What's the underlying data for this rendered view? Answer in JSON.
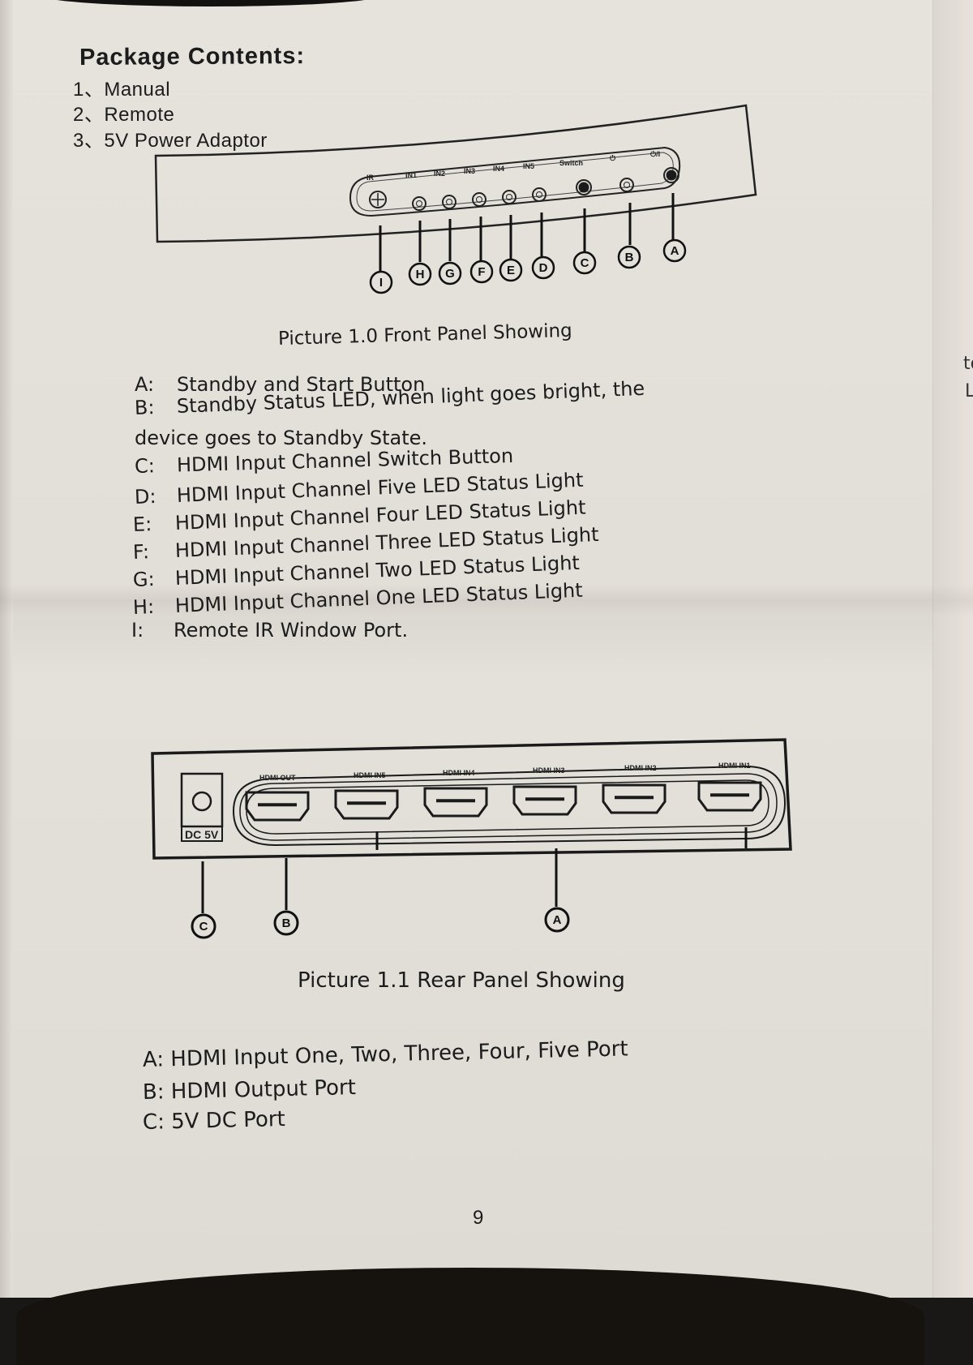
{
  "package_contents": {
    "title": "Package  Contents:",
    "items": [
      "1、Manual",
      "2、Remote",
      "3、5V Power Adaptor"
    ]
  },
  "front_panel": {
    "port_labels": [
      "IR",
      "IN1",
      "IN2",
      "IN3",
      "IN4",
      "IN5",
      "Switch",
      "⏻",
      "⏻/I"
    ],
    "callouts": [
      "I",
      "H",
      "G",
      "F",
      "E",
      "D",
      "C",
      "B",
      "A"
    ],
    "caption": "Picture 1.0  Front Panel Showing",
    "legend": [
      {
        "key": "A:",
        "text": "Standby and Start Button"
      },
      {
        "key": "B:",
        "text": "Standby Status LED, when light goes bright, the"
      },
      {
        "key": "",
        "text": "device goes to Standby State."
      },
      {
        "key": "C:",
        "text": "HDMI Input Channel Switch Button"
      },
      {
        "key": "D:",
        "text": "HDMI Input Channel Five LED Status Light"
      },
      {
        "key": "E:",
        "text": "HDMI Input Channel Four LED Status Light"
      },
      {
        "key": "F:",
        "text": "HDMI Input Channel Three LED Status Light"
      },
      {
        "key": "G:",
        "text": "HDMI Input Channel Two LED Status Light"
      },
      {
        "key": "H:",
        "text": "HDMI Input Channel One LED Status Light"
      },
      {
        "key": "I:",
        "text": "Remote IR Window Port."
      }
    ]
  },
  "rear_panel": {
    "dc_label": "DC 5V",
    "port_labels": [
      "HDMI OUT",
      "HDMI IN5",
      "HDMI IN4",
      "HDMI IN3",
      "HDMI IN2",
      "HDMI IN1"
    ],
    "callouts": [
      "C",
      "B",
      "A"
    ],
    "caption": "Picture 1.1  Rear Panel Showing",
    "legend": [
      "A: HDMI Input One, Two, Three, Four, Five Port",
      "B: HDMI Output Port",
      "C: 5V DC Port"
    ]
  },
  "page_number": "9",
  "adjacent_page_fragments": [
    "to",
    "L"
  ]
}
